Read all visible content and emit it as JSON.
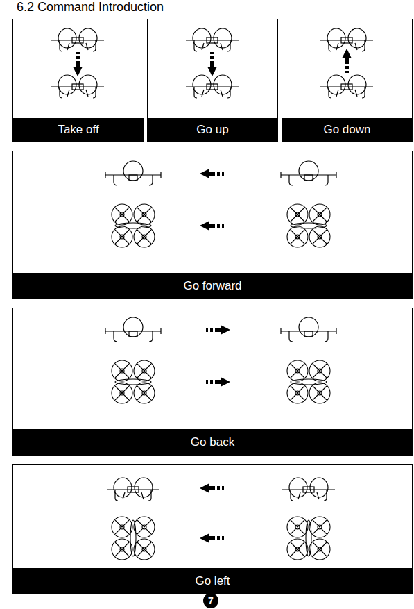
{
  "diagram": {
    "title": "6.2 Command Introduction",
    "nodes": [
      {
        "text": [
          "Take off"
        ]
      },
      {
        "text": [
          "Go up"
        ]
      },
      {
        "text": [
          "Go down"
        ]
      },
      {
        "text": [
          "Go forward"
        ]
      },
      {
        "text": [
          "Go back"
        ]
      },
      {
        "text": [
          "Go left"
        ]
      },
      {
        "text": [
          "7"
        ]
      }
    ]
  }
}
